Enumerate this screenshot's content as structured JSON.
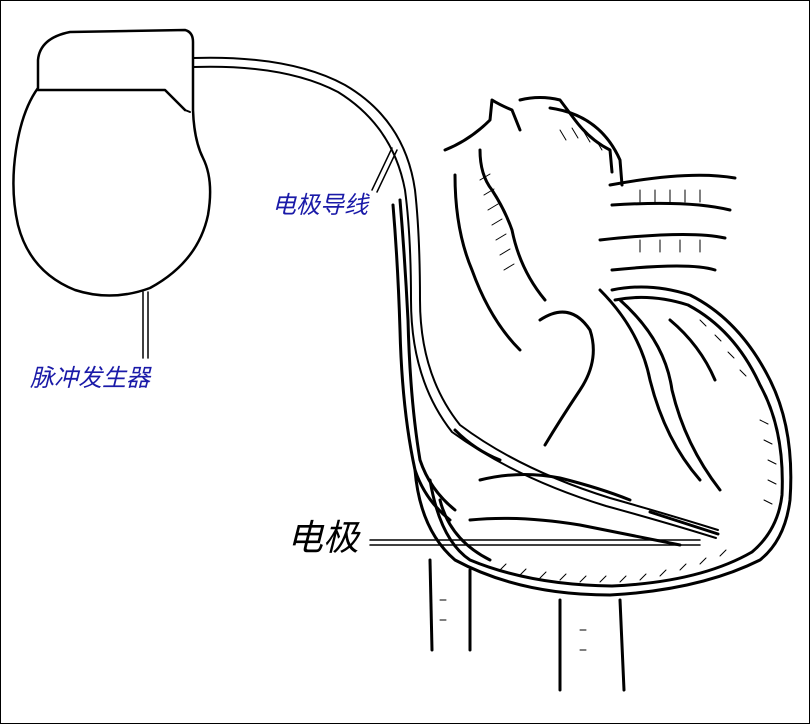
{
  "labels": {
    "pulse_generator": "脉冲发生器",
    "lead_wire": "电极导线",
    "electrode": "电极"
  },
  "colors": {
    "label_blue": "#1a1aa8",
    "line": "#000000",
    "background": "#ffffff"
  }
}
